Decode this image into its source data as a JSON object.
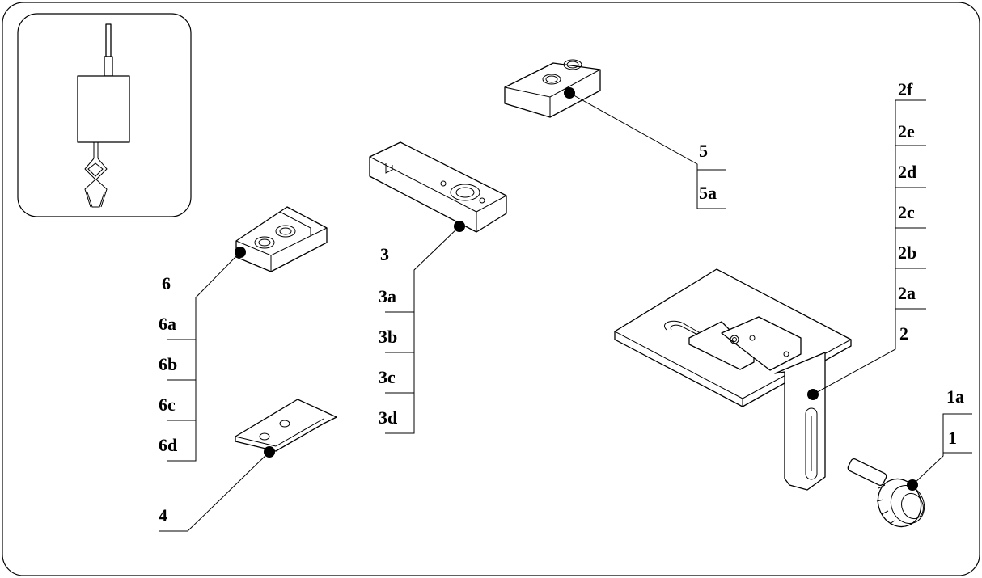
{
  "diagram": {
    "callouts": {
      "part_1": {
        "labels": [
          "1a",
          "1"
        ]
      },
      "part_2": {
        "labels": [
          "2f",
          "2e",
          "2d",
          "2c",
          "2b",
          "2a",
          "2"
        ]
      },
      "part_3": {
        "labels": [
          "3",
          "3a",
          "3b",
          "3c",
          "3d"
        ]
      },
      "part_4": {
        "labels": [
          "4"
        ]
      },
      "part_5": {
        "labels": [
          "5",
          "5a"
        ]
      },
      "part_6": {
        "labels": [
          "6",
          "6a",
          "6b",
          "6c",
          "6d"
        ]
      }
    }
  }
}
